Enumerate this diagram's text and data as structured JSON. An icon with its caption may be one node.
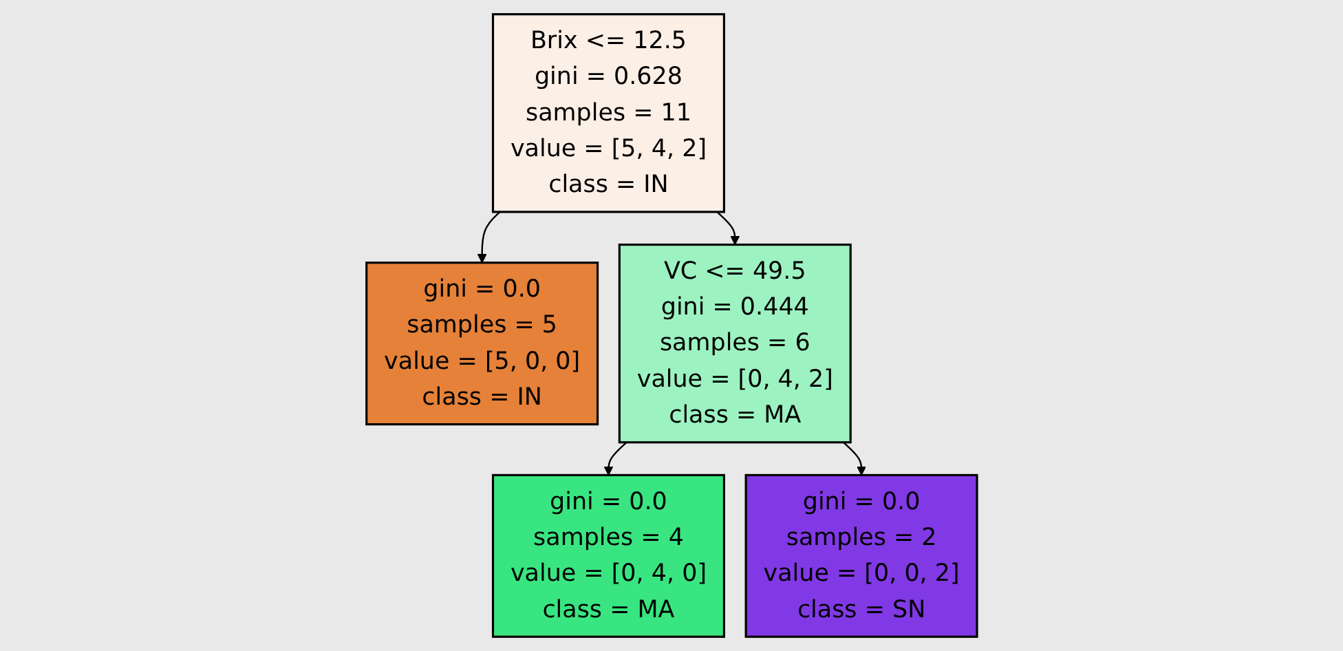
{
  "diagram": {
    "nodes": [
      {
        "text": [
          "Brix <= 12.5",
          "gini = 0.628",
          "samples = 11",
          "value = [5, 4, 2]",
          "class = IN"
        ]
      },
      {
        "text": [
          "gini = 0.0",
          "samples = 5",
          "value = [5, 0, 0]",
          "class = IN"
        ]
      },
      {
        "text": [
          "VC <= 49.5",
          "gini = 0.444",
          "samples = 6",
          "value = [0, 4, 2]",
          "class = MA"
        ]
      },
      {
        "text": [
          "gini = 0.0",
          "samples = 4",
          "value = [0, 4, 0]",
          "class = MA"
        ]
      },
      {
        "text": [
          "gini = 0.0",
          "samples = 2",
          "value = [0, 0, 2]",
          "class = SN"
        ]
      }
    ],
    "edges": [
      {
        "from": 0,
        "to": 1,
        "arrow": "to"
      },
      {
        "from": 0,
        "to": 2,
        "arrow": "to"
      },
      {
        "from": 2,
        "to": 3,
        "arrow": "to"
      },
      {
        "from": 2,
        "to": 4,
        "arrow": "to"
      }
    ]
  }
}
